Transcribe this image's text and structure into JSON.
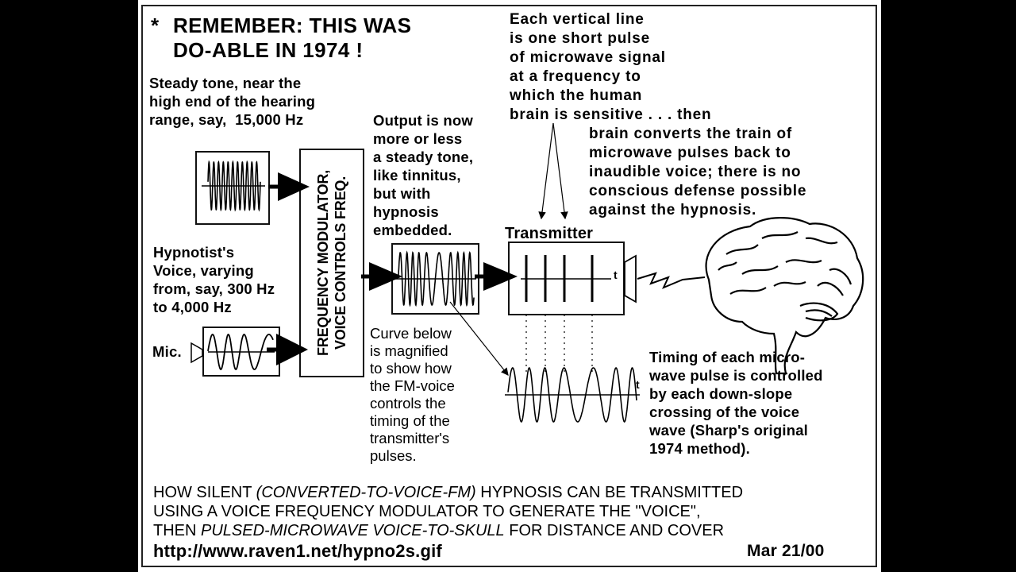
{
  "heading": {
    "star": "*",
    "line1": "REMEMBER: THIS WAS",
    "line2": "DO-ABLE IN 1974 !"
  },
  "tone_label": [
    "Steady tone, near the",
    "high end of the hearing",
    "range, say,  15,000 Hz"
  ],
  "voice_label": [
    "Hypnotist's",
    "Voice, varying",
    "from, say, 300 Hz",
    "to 4,000 Hz"
  ],
  "mic_label": "Mic.",
  "modulator_label": [
    "FREQUENCY MODULATOR,",
    "VOICE CONTROLS FREQ."
  ],
  "output_label": [
    "Output is now",
    "more or less",
    "a steady tone,",
    "like tinnitus,",
    "but with",
    "hypnosis",
    "embedded."
  ],
  "pulse_label": [
    "Each vertical line",
    "is one short pulse",
    "of microwave signal",
    "at a frequency to",
    "which the human",
    "brain is sensitive . . . then"
  ],
  "brain_label": [
    "brain converts the train of",
    "microwave pulses back to",
    "inaudible voice; there is no",
    "conscious defense possible",
    "against the hypnosis."
  ],
  "transmitter_label": "Transmitter",
  "axis_label": "t",
  "curve_label": [
    "Curve below",
    "is magnified",
    "to show how",
    "the FM-voice",
    "controls the",
    "timing of the",
    "transmitter's",
    "pulses."
  ],
  "timing_label": [
    "Timing of each micro-",
    "wave pulse is controlled",
    "by each down-slope",
    "crossing of the voice",
    "wave (Sharp's original",
    "1974 method)."
  ],
  "caption": {
    "l1_a": "HOW SILENT ",
    "l1_b": "(CONVERTED-TO-VOICE-FM)",
    "l1_c": " HYPNOSIS CAN BE TRANSMITTED",
    "l2": "USING A VOICE FREQUENCY MODULATOR TO GENERATE THE \"VOICE\",",
    "l3_a": "THEN ",
    "l3_b": "PULSED-MICROWAVE VOICE-TO-SKULL",
    "l3_c": " FOR DISTANCE AND COVER"
  },
  "url": "http://www.raven1.net/hypno2s.gif",
  "date": "Mar 21/00"
}
